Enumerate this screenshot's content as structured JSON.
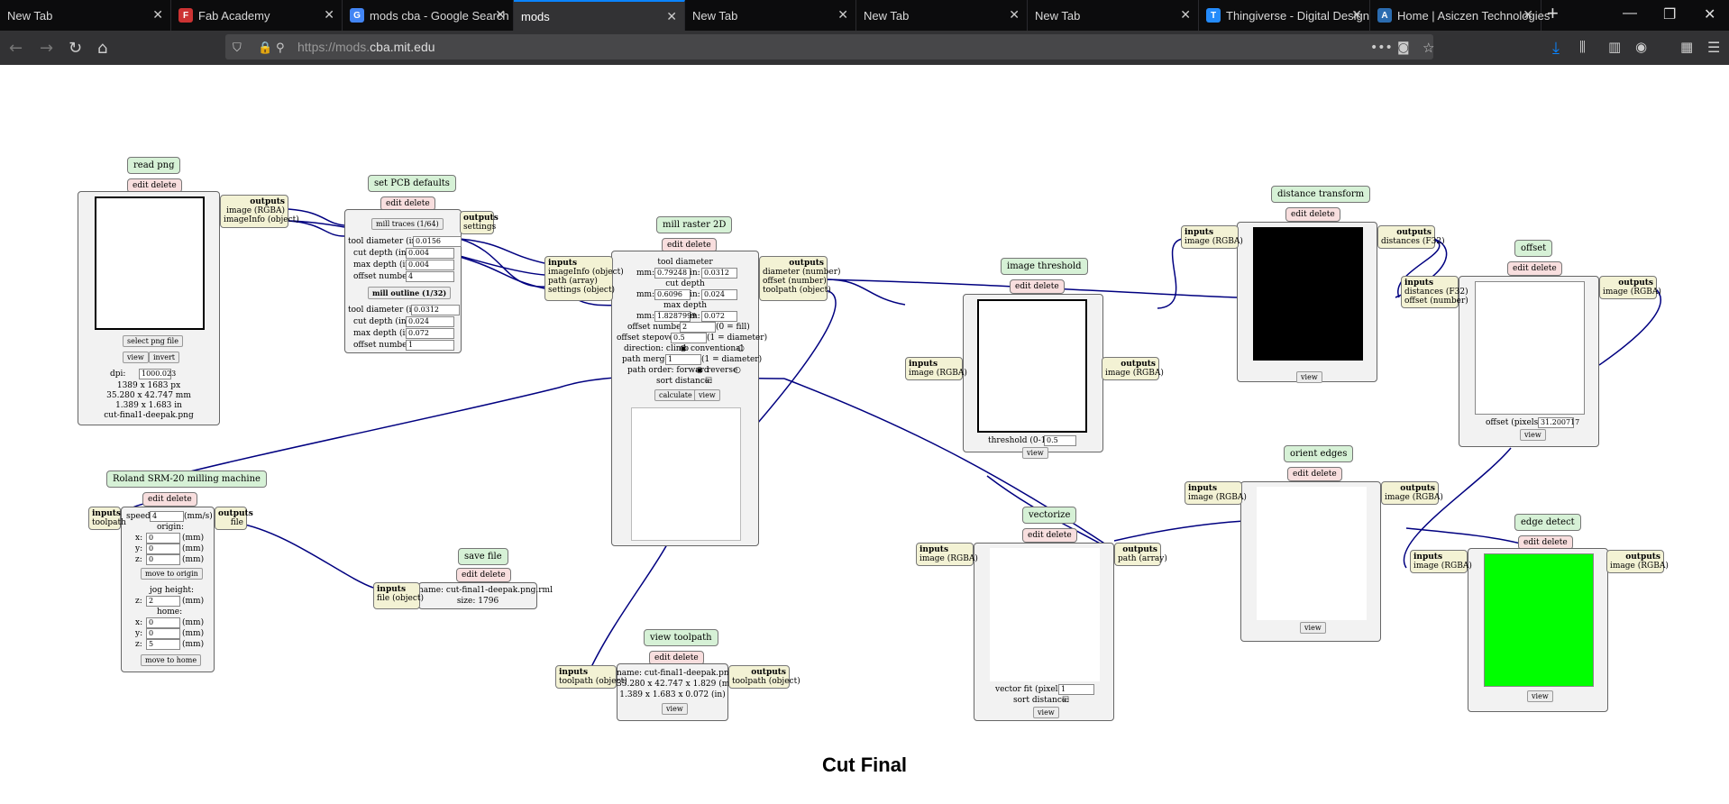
{
  "browser": {
    "tabs": [
      {
        "label": "New Tab",
        "icon": "none",
        "active": false
      },
      {
        "label": "Fab Academy",
        "icon": "fab-academy-icon",
        "active": false
      },
      {
        "label": "mods cba - Google Search",
        "icon": "google-icon",
        "active": false
      },
      {
        "label": "mods",
        "icon": "none",
        "active": true
      },
      {
        "label": "New Tab",
        "icon": "none",
        "active": false
      },
      {
        "label": "New Tab",
        "icon": "none",
        "active": false
      },
      {
        "label": "New Tab",
        "icon": "none",
        "active": false
      },
      {
        "label": "Thingiverse - Digital Design",
        "icon": "thingiverse-icon",
        "active": false
      },
      {
        "label": "Home | Asiczen Technologies",
        "icon": "asiczen-icon",
        "active": false
      }
    ],
    "url_prefix": "https://mods.",
    "url_domain": "cba.mit.edu"
  },
  "read_png": {
    "title": "read png",
    "edit": "edit delete",
    "out_h": "outputs",
    "out1": "image (RGBA)",
    "out2": "imageInfo (object)",
    "select": "select png file",
    "view": "view",
    "invert": "invert",
    "dpi_label": "dpi:",
    "dpi": "1000.023",
    "px": "1389 x 1683 px",
    "mm": "35.280 x 42.747 mm",
    "in": "1.389 x 1.683 in",
    "file": "cut-final1-deepak.png"
  },
  "pcb": {
    "title": "set PCB defaults",
    "edit": "edit delete",
    "out_h": "outputs",
    "out1": "settings",
    "traces": "mill traces (1/64)",
    "td_l": "tool diameter (in):",
    "td": "0.0156",
    "cd_l": "cut depth (in):",
    "cd": "0.004",
    "md_l": "max depth (in):",
    "md": "0.004",
    "on_l": "offset number:",
    "on": "4",
    "outline": "mill outline (1/32)",
    "td2": "0.0312",
    "cd2": "0.024",
    "md2": "0.072",
    "on2": "1"
  },
  "mill": {
    "title": "mill raster 2D",
    "edit": "edit delete",
    "in_h": "inputs",
    "in1": "imageInfo (object)",
    "in2": "path (array)",
    "in3": "settings (object)",
    "out_h": "outputs",
    "out1": "diameter (number)",
    "out2": "offset (number)",
    "out3": "toolpath (object)",
    "tool_d": "tool diameter",
    "mm_l": "mm:",
    "in_l": "in:",
    "td_mm": "0.79248",
    "td_in": "0.0312",
    "cut_d": "cut depth",
    "cd_mm": "0.6096",
    "cd_in": "0.024",
    "max_d": "max depth",
    "md_mm": "1.8287999",
    "md_in": "0.072",
    "on_l": "offset number:",
    "on": "2",
    "on_note": "(0 = fill)",
    "os_l": "offset stepover:",
    "os": "0.5",
    "os_note": "(1 = diameter)",
    "dir": "direction: climb",
    "dir2": "conventional",
    "pm_l": "path merge:",
    "pm": "1",
    "pm_note": "(1 = diameter)",
    "po": "path order: forward",
    "po2": "reverse",
    "sd": "sort distance:",
    "calc": "calculate",
    "view": "view"
  },
  "thresh": {
    "title": "image threshold",
    "edit": "edit delete",
    "in_h": "inputs",
    "in1": "image (RGBA)",
    "out_h": "outputs",
    "out1": "image (RGBA)",
    "t_l": "threshold (0-1):",
    "t": "0.5",
    "view": "view"
  },
  "dist": {
    "title": "distance transform",
    "edit": "edit delete",
    "in_h": "inputs",
    "in1": "image (RGBA)",
    "out_h": "outputs",
    "out1": "distances (F32)",
    "view": "view"
  },
  "offset": {
    "title": "offset",
    "edit": "edit delete",
    "in_h": "inputs",
    "in1": "distances (F32)",
    "in2": "offset (number)",
    "out_h": "outputs",
    "out1": "image (RGBA)",
    "o_l": "offset (pixels):",
    "o": "31.200717",
    "view": "view"
  },
  "orient": {
    "title": "orient edges",
    "edit": "edit delete",
    "in_h": "inputs",
    "in1": "image (RGBA)",
    "out_h": "outputs",
    "out1": "image (RGBA)",
    "view": "view"
  },
  "edge": {
    "title": "edge detect",
    "edit": "edit delete",
    "in_h": "inputs",
    "in1": "image (RGBA)",
    "out_h": "outputs",
    "out1": "image (RGBA)",
    "view": "view",
    "fill": "#00ff00"
  },
  "vector": {
    "title": "vectorize",
    "edit": "edit delete",
    "in_h": "inputs",
    "in1": "image (RGBA)",
    "out_h": "outputs",
    "out1": "path (array)",
    "vf_l": "vector fit (pixels):",
    "vf": "1",
    "sd": "sort distance:",
    "view": "view"
  },
  "roland": {
    "title": "Roland SRM-20 milling machine",
    "edit": "edit delete",
    "in_h": "inputs",
    "in1": "toolpath",
    "out_h": "outputs",
    "out1": "file",
    "speed_l": "speed:",
    "speed": "4",
    "speed_u": "(mm/s)",
    "origin": "origin:",
    "x_l": "x:",
    "y_l": "y:",
    "z_l": "z:",
    "ox": "0",
    "oy": "0",
    "oz": "0",
    "mm": "(mm)",
    "move_origin": "move to origin",
    "jog": "jog height:",
    "jz": "2",
    "home": "home:",
    "hx": "0",
    "hy": "0",
    "hz": "5",
    "move_home": "move to home"
  },
  "save": {
    "title": "save file",
    "edit": "edit delete",
    "in_h": "inputs",
    "in1": "file (object)",
    "name": "name: cut-final1-deepak.png.rml",
    "size": "size: 1796"
  },
  "viewtp": {
    "title": "view toolpath",
    "edit": "edit delete",
    "in_h": "inputs",
    "in1": "toolpath (object)",
    "out_h": "outputs",
    "out1": "toolpath (object)",
    "name": "name: cut-final1-deepak.png",
    "dims": "35.280 x 42.747 x 1.829 (mm)",
    "dims2": "1.389 x 1.683 x 0.072 (in)",
    "view": "view"
  },
  "caption": "Cut Final",
  "colors": {
    "wire": "#000080",
    "title_bg": "#d6f1d6",
    "edit_bg": "#f8dede",
    "port_bg": "#f3f2d4"
  }
}
